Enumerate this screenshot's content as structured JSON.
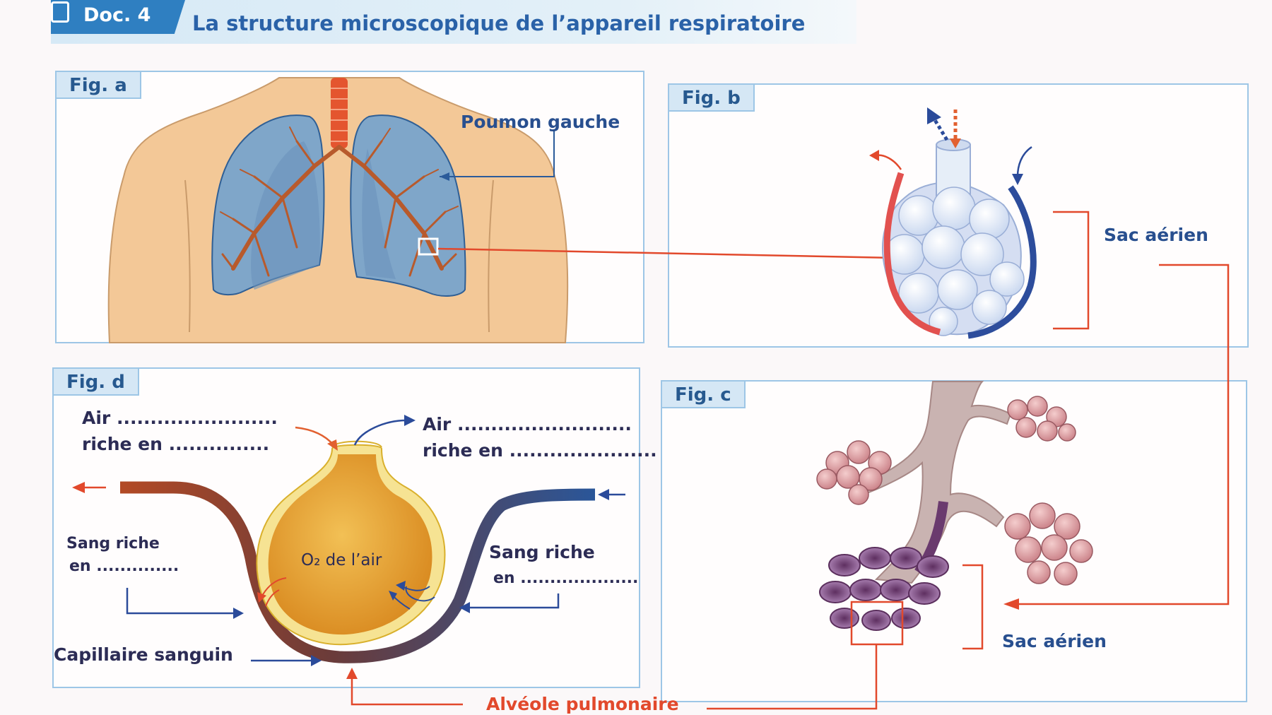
{
  "header": {
    "tag": "Doc. 4",
    "title": "La structure microscopique de l’appareil respiratoire"
  },
  "figures": {
    "a": {
      "tag": "Fig. a",
      "poumon_label": "Poumon gauche"
    },
    "b": {
      "tag": "Fig. b",
      "sac_label": "Sac aérien"
    },
    "c": {
      "tag": "Fig. c",
      "sac_label": "Sac aérien"
    },
    "d": {
      "tag": "Fig. d",
      "air_left_1": "Air ........................",
      "air_left_2": "riche en ...............",
      "air_right_1": "Air ..........................",
      "air_right_2": "riche en ......................",
      "sang_left_1": "Sang riche",
      "sang_left_2": "en ..............",
      "sang_right_1": "Sang riche",
      "sang_right_2": "en ....................",
      "o2_label": "O₂ de l’air",
      "capillaire_label": "Capillaire sanguin"
    }
  },
  "footer_label": "Alvéole pulmonaire",
  "colors": {
    "accent_blue": "#2f7fc1",
    "arrow_red": "#e2492c",
    "frame_blue": "#9dc6e6",
    "text_navy": "#2c2c55"
  }
}
